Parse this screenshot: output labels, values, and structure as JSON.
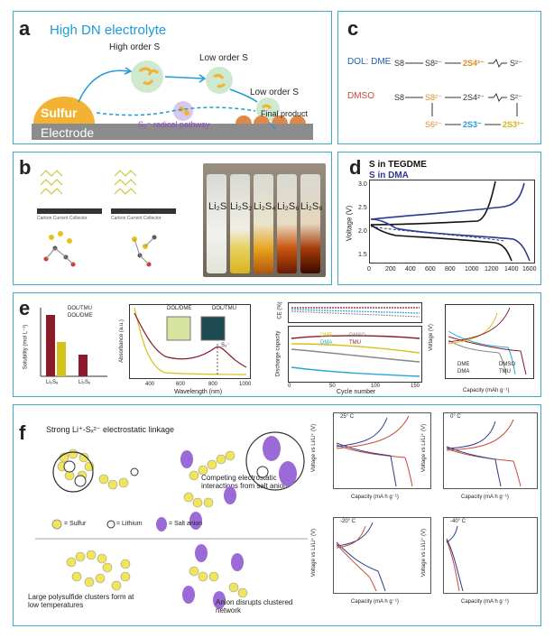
{
  "panels": {
    "a": {
      "label": "a",
      "title": "High DN electrolyte",
      "high_order": "High order S",
      "low_order_1": "Low order S",
      "low_order_2": "Low order S",
      "radical": "S₃⁻ radical pathway",
      "sulfur": "Sulfur",
      "electrode": "Electrode",
      "final_product": "Final product"
    },
    "b": {
      "label": "b",
      "vials": [
        "Li₂S",
        "Li₂S₂",
        "Li₂S₄",
        "Li₂S₆",
        "Li₂S₈"
      ],
      "current_collector": "Carbon Current Collector"
    },
    "c": {
      "label": "c",
      "row1_label": "DOL: DME",
      "row2_label": "DMSO"
    },
    "d": {
      "label": "d",
      "legend": [
        "S in TEGDME",
        "S in DMA"
      ],
      "ylabel": "Voltage (V)",
      "yticks": [
        "1.5",
        "2.0",
        "2.5",
        "3.0"
      ],
      "xticks": [
        "0",
        "200",
        "400",
        "600",
        "800",
        "1000",
        "1200",
        "1400",
        "1600"
      ]
    },
    "e": {
      "label": "e",
      "solubility_ylabel": "Solubility (mol L⁻¹)",
      "solubility_legend": [
        "DOL/TMU",
        "DOL/DME"
      ],
      "solubility_cats": [
        "Li₂S₈",
        "Li₂S₆"
      ],
      "abs_xlabel": "Wavelength (nm)",
      "abs_ylabel": "Absorbance (a.u.)",
      "abs_legend": [
        "DOL/DME",
        "DOL/TMU"
      ],
      "abs_xticks": [
        "400",
        "600",
        "800",
        "1000"
      ],
      "abs_peak": "S₃⁻",
      "ce_ylabel": "CE (%)",
      "cap_ylabel": "Discharge capacity",
      "cycle_xlabel": "Cycle number",
      "cycle_legend": [
        "DME",
        "DMSO",
        "DMA",
        "TMU"
      ],
      "cycle_xticks": [
        "0",
        "50",
        "100",
        "150"
      ],
      "volt_ylabel": "Voltage (V)",
      "volt_xlabel": "Capacity (mAh g⁻¹)",
      "volt_legend": [
        "DME",
        "DMSO",
        "DMA",
        "TMU"
      ]
    },
    "f": {
      "label": "f",
      "strong": "Strong Li⁺-Sₓ²⁻ electrostatic linkage",
      "competing": "Competing electrostatic interactions from salt anion",
      "large": "Large polysulfide clusters form at low temperatures",
      "anion": "Anion disrupts clustered network",
      "key_sulfur": "= Sulfur",
      "key_lithium": "= Lithium",
      "key_anion": "= Salt anion",
      "temps": [
        "25° C",
        "0° C",
        "-20° C",
        "-40° C"
      ],
      "ylabel": "Voltage vs Li/Li⁺ (V)",
      "xlabel": "Capacity (mA h g⁻¹)"
    }
  },
  "colors": {
    "frame": "#3fa9c9",
    "sulfur": "#f2b233",
    "electrode": "#888888",
    "tegdme": "#111111",
    "dma": "#2b3a8f",
    "tmu_bar": "#8b1a2b",
    "dme_bar": "#d4c21c"
  }
}
